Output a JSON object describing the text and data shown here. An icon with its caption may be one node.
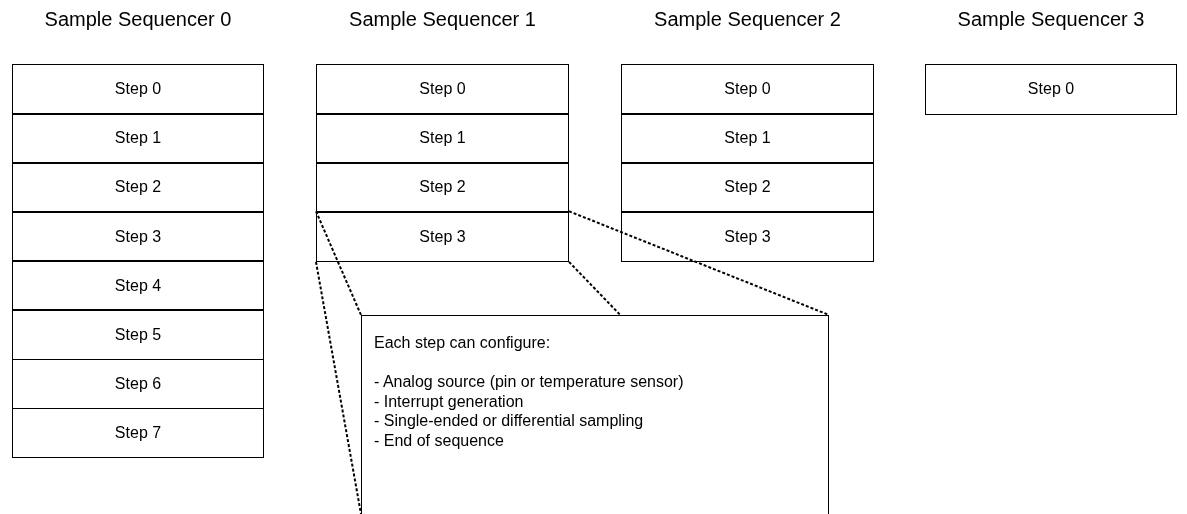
{
  "diagram": {
    "nodes": [
      {
        "text": [
          "Sample Sequencer 0"
        ]
      },
      {
        "text": [
          "Step 0"
        ],
        "in": 0
      },
      {
        "text": [
          "Step 1"
        ],
        "in": 0
      },
      {
        "text": [
          "Step 2"
        ],
        "in": 0
      },
      {
        "text": [
          "Step 3"
        ],
        "in": 0
      },
      {
        "text": [
          "Step 4"
        ],
        "in": 0
      },
      {
        "text": [
          "Step 5"
        ],
        "in": 0
      },
      {
        "text": [
          "Step 6"
        ],
        "in": 0
      },
      {
        "text": [
          "Step 7"
        ],
        "in": 0
      },
      {
        "text": [
          "Sample Sequencer 1"
        ]
      },
      {
        "text": [
          "Step 0"
        ],
        "in": 9
      },
      {
        "text": [
          "Step 1"
        ],
        "in": 9
      },
      {
        "text": [
          "Step 2"
        ],
        "in": 9
      },
      {
        "text": [
          "Step 3"
        ],
        "in": 9
      },
      {
        "text": [
          "Sample Sequencer 2"
        ]
      },
      {
        "text": [
          "Step 0"
        ],
        "in": 14
      },
      {
        "text": [
          "Step 1"
        ],
        "in": 14
      },
      {
        "text": [
          "Step 2"
        ],
        "in": 14
      },
      {
        "text": [
          "Step 3"
        ],
        "in": 14
      },
      {
        "text": [
          "Sample Sequencer 3"
        ]
      },
      {
        "text": [
          "Step 0"
        ],
        "in": 19
      },
      {
        "text": [
          "Each step can configure:",
          "- Analog source (pin or temperature sensor)",
          "- Interrupt generation",
          "- Single-ended or differential sampling",
          "- End of sequence"
        ]
      }
    ],
    "edges": [
      {
        "from": 13,
        "to": 21,
        "arrow": "none",
        "style": "dashed"
      },
      {
        "from": 13,
        "to": 21,
        "arrow": "none",
        "style": "dashed"
      },
      {
        "from": 13,
        "to": 21,
        "arrow": "none",
        "style": "dashed"
      },
      {
        "from": 13,
        "to": 21,
        "arrow": "none",
        "style": "dashed"
      }
    ]
  }
}
